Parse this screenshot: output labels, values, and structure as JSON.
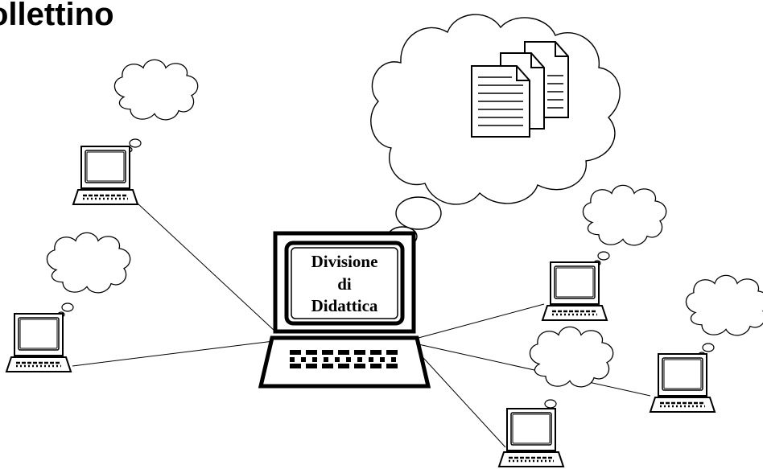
{
  "title": "ollettino",
  "central_node": {
    "label_lines": [
      "Divisione",
      "di",
      "Didattica"
    ]
  },
  "icons": {
    "main_computer": "computer-icon",
    "client_computer": "computer-icon",
    "thought_cloud": "thought-cloud-icon",
    "documents": "documents-icon"
  },
  "colors": {
    "stroke": "#000000",
    "background": "#ffffff"
  }
}
